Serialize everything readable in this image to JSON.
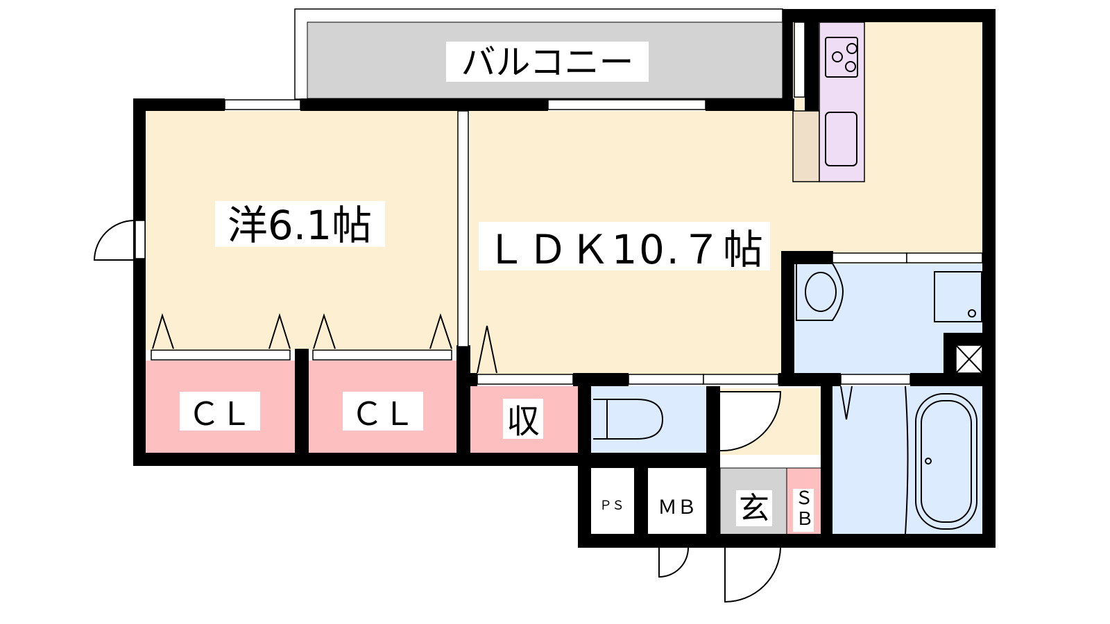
{
  "floorplan": {
    "balcony": "バルコニー",
    "western_room": "洋6.1帖",
    "ldk": "ＬＤＫ10.７帖",
    "closet_1": "ＣＬ",
    "closet_2": "ＣＬ",
    "storage": "収",
    "pipe_space": "ＰＳ",
    "meter_box": "ＭＢ",
    "entrance": "玄",
    "shoe_box_s": "Ｓ",
    "shoe_box_b": "Ｂ"
  },
  "colors": {
    "room": "#FDF0D2",
    "closet": "#FDBFBF",
    "wet_area": "#DCEBFD",
    "balcony": "#D3D3D3",
    "kitchen": "#EEDDF5"
  }
}
